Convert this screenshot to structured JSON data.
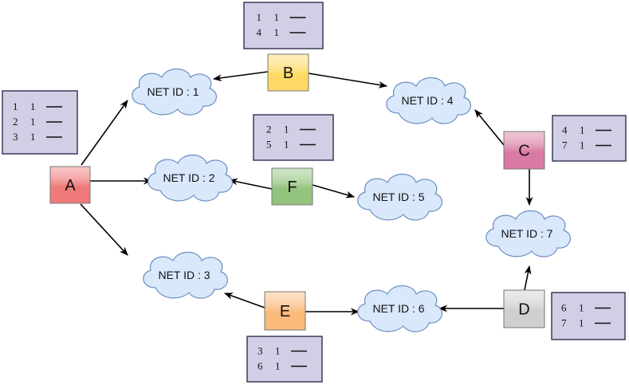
{
  "nodes": [
    {
      "id": "A",
      "label": "A",
      "color": "#f07a7a"
    },
    {
      "id": "B",
      "label": "B",
      "color": "#ffd966"
    },
    {
      "id": "C",
      "label": "C",
      "color": "#d97aa3"
    },
    {
      "id": "D",
      "label": "D",
      "color": "#cfcfcf"
    },
    {
      "id": "E",
      "label": "E",
      "color": "#fbb97a"
    },
    {
      "id": "F",
      "label": "F",
      "color": "#93c47d"
    }
  ],
  "networks": [
    {
      "id": "net1",
      "label": "NET ID : 1"
    },
    {
      "id": "net2",
      "label": "NET ID : 2"
    },
    {
      "id": "net3",
      "label": "NET ID : 3"
    },
    {
      "id": "net4",
      "label": "NET ID : 4"
    },
    {
      "id": "net5",
      "label": "NET ID : 5"
    },
    {
      "id": "net6",
      "label": "NET ID : 6"
    },
    {
      "id": "net7",
      "label": "NET ID : 7"
    }
  ],
  "routing_tables": [
    {
      "router": "A",
      "rows": [
        [
          "1",
          "1"
        ],
        [
          "2",
          "1"
        ],
        [
          "3",
          "1"
        ]
      ]
    },
    {
      "router": "B",
      "rows": [
        [
          "1",
          "1"
        ],
        [
          "4",
          "1"
        ]
      ]
    },
    {
      "router": "F",
      "rows": [
        [
          "2",
          "1"
        ],
        [
          "5",
          "1"
        ]
      ]
    },
    {
      "router": "C",
      "rows": [
        [
          "4",
          "1"
        ],
        [
          "7",
          "1"
        ]
      ]
    },
    {
      "router": "D",
      "rows": [
        [
          "6",
          "1"
        ],
        [
          "7",
          "1"
        ]
      ]
    },
    {
      "router": "E",
      "rows": [
        [
          "3",
          "1"
        ],
        [
          "6",
          "1"
        ]
      ]
    }
  ],
  "edges": [
    {
      "from": "A",
      "to": "net1"
    },
    {
      "from": "A",
      "to": "net2"
    },
    {
      "from": "A",
      "to": "net3"
    },
    {
      "from": "B",
      "to": "net1"
    },
    {
      "from": "B",
      "to": "net4"
    },
    {
      "from": "C",
      "to": "net4"
    },
    {
      "from": "C",
      "to": "net7"
    },
    {
      "from": "D",
      "to": "net7"
    },
    {
      "from": "D",
      "to": "net6"
    },
    {
      "from": "E",
      "to": "net3"
    },
    {
      "from": "E",
      "to": "net6"
    },
    {
      "from": "F",
      "to": "net2"
    },
    {
      "from": "F",
      "to": "net5"
    }
  ],
  "colors": {
    "table_fill": "#d0cfe6",
    "table_stroke": "#3b3b5c",
    "cloud_fill": "#dae8fc",
    "cloud_stroke": "#6c8ebf"
  }
}
